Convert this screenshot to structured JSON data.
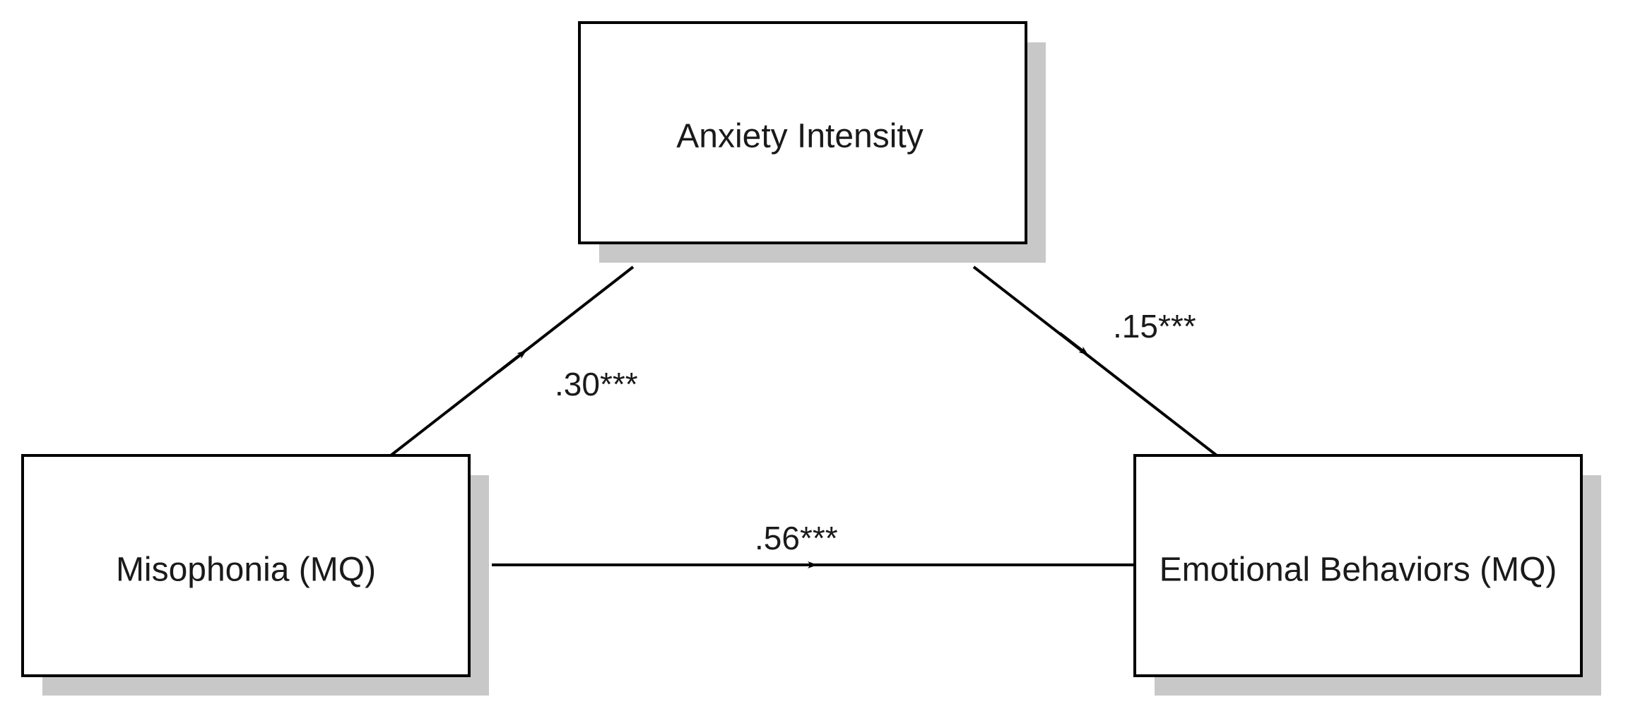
{
  "diagram": {
    "nodes": {
      "anxiety": {
        "label": "Anxiety Intensity"
      },
      "misophonia": {
        "label": "Misophonia (MQ)"
      },
      "emotional": {
        "label": "Emotional Behaviors (MQ)"
      }
    },
    "paths": {
      "a": {
        "from": "Misophonia (MQ)",
        "to": "Anxiety Intensity",
        "coefficient": ".30***"
      },
      "b": {
        "from": "Anxiety Intensity",
        "to": "Emotional Behaviors (MQ)",
        "coefficient": ".15***"
      },
      "c": {
        "from": "Misophonia (MQ)",
        "to": "Emotional Behaviors (MQ)",
        "coefficient": ".56***"
      }
    },
    "colors": {
      "stroke": "#000000",
      "shadow": "#c8c8c8",
      "box_fill": "#ffffff",
      "text": "#1a1a1a"
    }
  }
}
